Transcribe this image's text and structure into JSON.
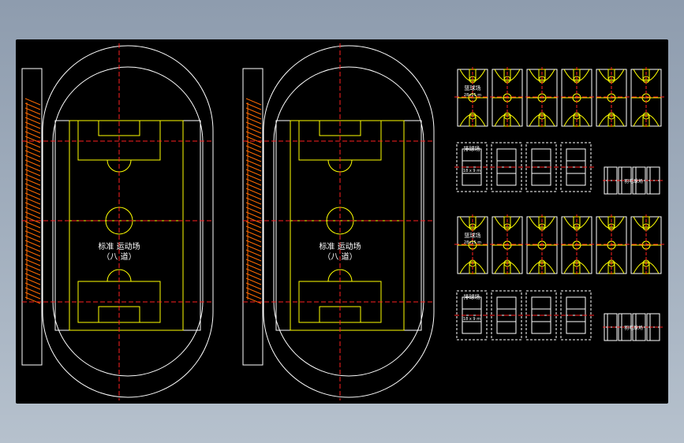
{
  "drawing": {
    "title": "CAD sports field layout",
    "fields": [
      {
        "label": "标准 运动场",
        "sublabel": "（八 道）"
      },
      {
        "label": "标准 运动场",
        "sublabel": "（八 道）"
      }
    ],
    "basketball_label": "篮球场",
    "basketball_dims": "28x15 m",
    "volleyball_label": "排球场",
    "volleyball_dims": "18 x 9 m",
    "badminton_label": "羽毛球场"
  },
  "colors": {
    "line_white": "#ffffff",
    "line_yellow": "#ffff00",
    "axis_red": "#ff2020",
    "hatch_orange": "#ff6a00",
    "background": "#000000"
  }
}
